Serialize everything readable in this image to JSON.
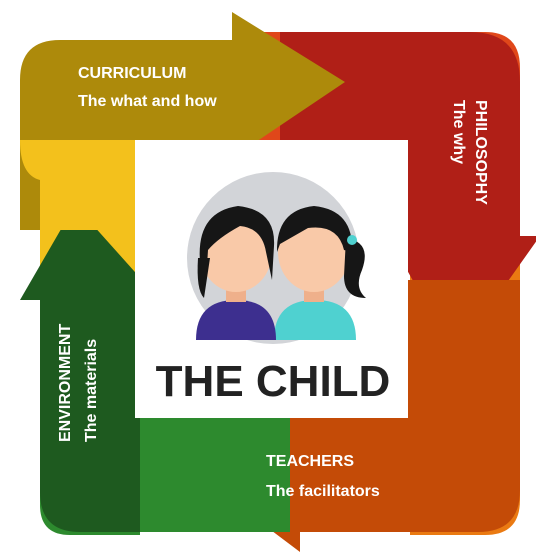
{
  "center": {
    "title": "THE CHILD"
  },
  "segments": {
    "curriculum": {
      "label": "CURRICULUM",
      "sub": "The what and how"
    },
    "philosophy": {
      "label": "PHILOSOPHY",
      "sub": "The why"
    },
    "teachers": {
      "label": "TEACHERS",
      "sub": "The facilitators"
    },
    "environment": {
      "label": "ENVIRONMENT",
      "sub": "The materials"
    }
  },
  "colors": {
    "curriculum": "#ad8a0b",
    "curriculum_light": "#f3c11c",
    "philosophy": "#b01f17",
    "philosophy_light": "#e0471a",
    "teachers": "#c44b07",
    "teachers_light": "#ea7a12",
    "environment": "#1e6a23",
    "environment_light": "#2d8a2e",
    "child_circle": "#d2d4d8",
    "child_left_shirt": "#3d2f8f",
    "child_right_shirt": "#4fd1d0",
    "skin": "#f9c9a8",
    "hair": "#161616"
  },
  "icons": [
    "child-left-icon",
    "child-right-icon"
  ]
}
